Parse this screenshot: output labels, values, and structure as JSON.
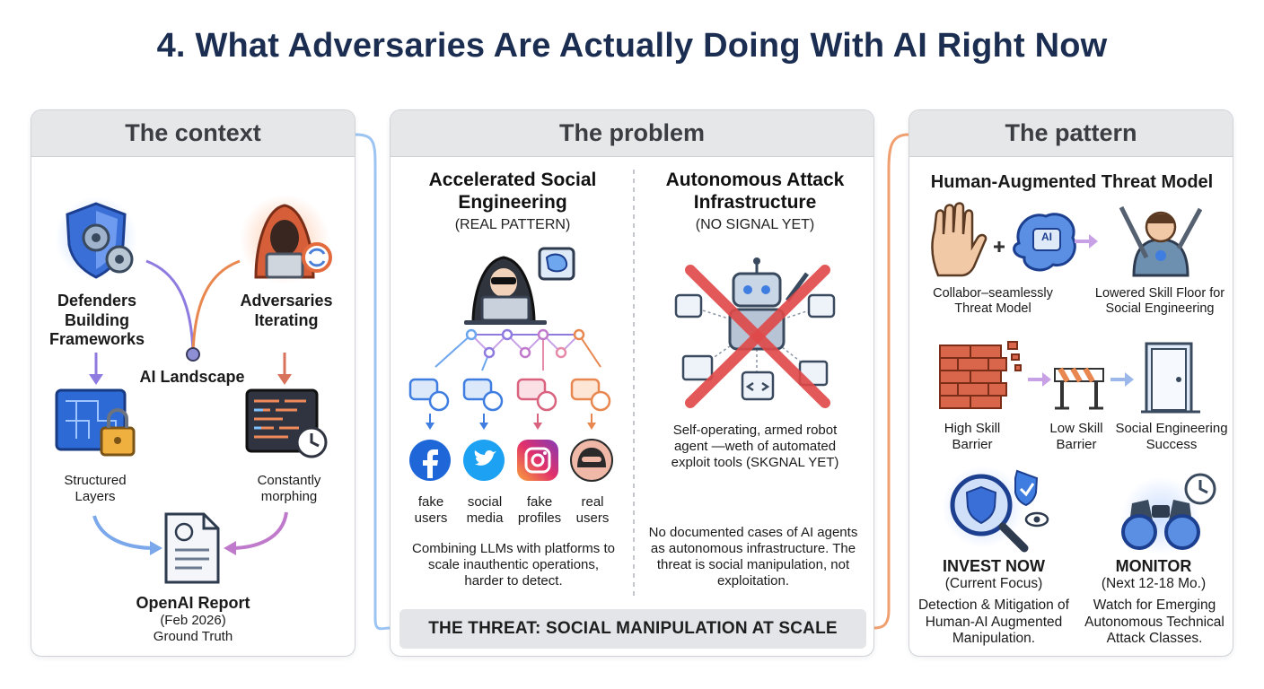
{
  "title": "4. What Adversaries Are Actually Doing With AI Right Now",
  "context": {
    "header": "The context",
    "defenders": "Defenders Building Frameworks",
    "adversaries": "Adversaries Iterating",
    "ai_landscape": "AI Landscape",
    "structured": "Structured Layers",
    "morphing": "Constantly morphing",
    "report_title": "OpenAI Report",
    "report_date": "(Feb 2026)",
    "report_sub": "Ground Truth"
  },
  "problem": {
    "header": "The problem",
    "left_title": "Accelerated Social Engineering",
    "left_tag": "(REAL PATTERN)",
    "platforms": [
      "fake users",
      "social media",
      "fake profiles",
      "real users"
    ],
    "left_desc": "Combining LLMs with platforms to scale inauthentic operations, harder to detect.",
    "right_title": "Autonomous Attack Infrastructure",
    "right_tag": "(NO SIGNAL YET)",
    "robot_desc": "Self-operating, armed robot agent —weth of automated exploit tools (SKGNAL YET)",
    "right_desc": "No documented cases of AI agents as autonomous infrastructure. The threat is social manipulation, not exploitation.",
    "threat": "THE THREAT: SOCIAL MANIPULATION AT SCALE"
  },
  "pattern": {
    "header": "The pattern",
    "title": "Human-Augmented Threat Model",
    "collab": "Collabor–seamlessly Threat Model",
    "lowered": "Lowered Skill Floor for Social Engineering",
    "high_barrier": "High Skill Barrier",
    "low_barrier": "Low Skill Barrier",
    "success": "Social Engineering Success",
    "invest_title": "INVEST NOW",
    "invest_sub": "(Current Focus)",
    "invest_desc": "Detection & Mitigation of Human-AI Augmented Manipulation.",
    "monitor_title": "MONITOR",
    "monitor_sub": "(Next 12-18 Mo.)",
    "monitor_desc": "Watch for Emerging Autonomous Technical Attack Classes.",
    "ai_chip": "AI"
  },
  "colors": {
    "title": "#1b2e52",
    "blue": "#3f7ee0",
    "orange": "#e8874f",
    "purple": "#8a6fd6",
    "red": "#e04848"
  }
}
